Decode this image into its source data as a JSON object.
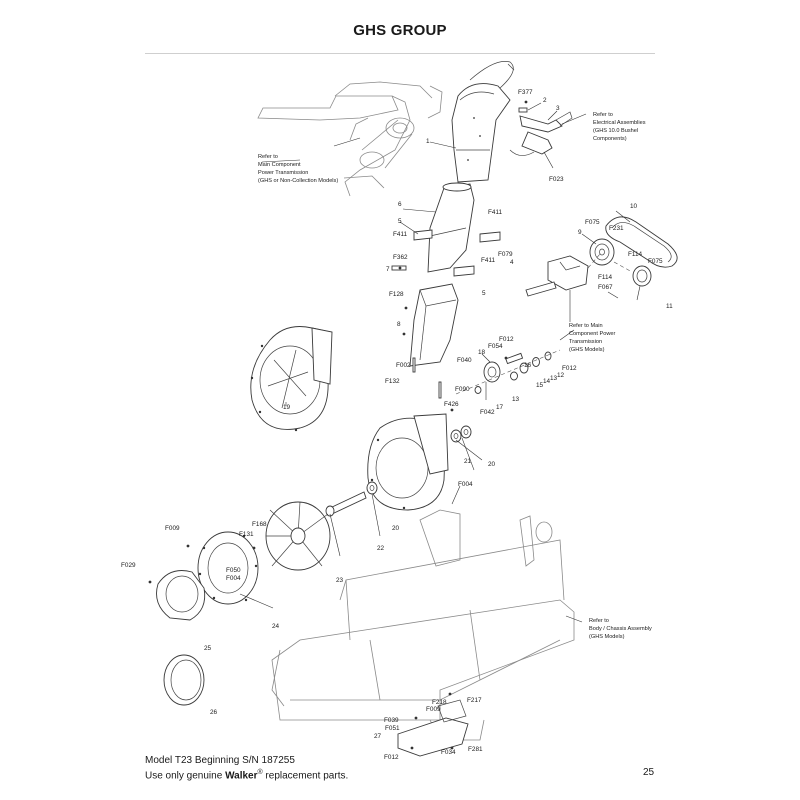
{
  "page": {
    "title": "GHS GROUP",
    "footer_line1": "Model T23 Beginning S/N 187255",
    "footer_prefix": "Use only genuine ",
    "footer_brand": "Walker",
    "footer_reg": "®",
    "footer_suffix": " replacement parts.",
    "page_number": "25"
  },
  "notes": {
    "electrical": [
      "Refer to",
      "Electrical Assemblies",
      "(GHS 10.0 Bushel",
      "Components)"
    ],
    "main_power": [
      "Refer to",
      "Main Component",
      "Power Transmission",
      "(GHS or Non-Collection Models)"
    ],
    "component_power": [
      "Refer to Main",
      "Component Power",
      "Transmission",
      "(GHS Models)"
    ],
    "chassis": [
      "Refer to",
      "Body / Chassis Assembly",
      "(GHS Models)"
    ]
  },
  "callouts": [
    "F377",
    "2",
    "3",
    "1",
    "F023",
    "6",
    "5",
    "F411",
    "F411",
    "F079",
    "F411",
    "4",
    "F362",
    "7",
    "5",
    "10",
    "F075",
    "F231",
    "9",
    "F114",
    "F114",
    "F075",
    "F067",
    "11",
    "F128",
    "8",
    "F002",
    "F132",
    "F012",
    "F054",
    "18",
    "F040",
    "F012",
    "16",
    "15",
    "14",
    "13",
    "12",
    "F090",
    "13",
    "17",
    "F042",
    "19",
    "F426",
    "21",
    "20",
    "F004",
    "20",
    "22",
    "F009",
    "F168",
    "F131",
    "F050",
    "F004",
    "23",
    "F029",
    "24",
    "25",
    "26",
    "F218",
    "F217",
    "F009",
    "F039",
    "F051",
    "27",
    "F281",
    "F012",
    "F034"
  ]
}
